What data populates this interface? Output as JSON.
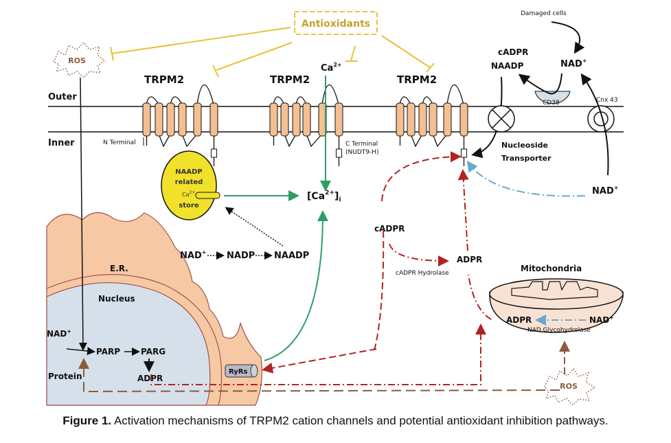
{
  "figure": {
    "caption_label": "Figure 1.",
    "caption_text": " Activation mechanisms of TRPM2 cation channels and potential antioxidant inhibition pathways."
  },
  "labels": {
    "antioxidants": "Antioxidants",
    "ros_top": "ROS",
    "ros_bottom": "ROS",
    "outer": "Outer",
    "inner": "Inner",
    "trpm2_1": "TRPM2",
    "trpm2_2": "TRPM2",
    "trpm2_3": "TRPM2",
    "ca_ext": "Ca",
    "ca_ext_sup": "2+",
    "n_terminal": "N Terminal",
    "c_terminal": "C Terminal",
    "nudt9": "(NUDT9-H)",
    "naadp_store_1": "NAADP",
    "naadp_store_2": "related",
    "naadp_store_3": "Ca",
    "naadp_store_3_sup": "2+",
    "naadp_store_4": "store",
    "ca_i": "[Ca",
    "ca_i_sup": "2+",
    "ca_i_end": "]",
    "ca_i_sub": "i",
    "nad_chain_nad": "NAD",
    "nad_chain_sup": "+",
    "nad_chain_nadp": "NADP",
    "nad_chain_naadp": "NAADP",
    "er": "E.R.",
    "nucleus": "Nucleus",
    "nad_nuc": "NAD",
    "nad_nuc_sup": "+",
    "protein": "Protein",
    "parp": "PARP",
    "parg": "PARG",
    "adpr_nuc": "ADPR",
    "ryrs": "RyRs",
    "damaged_cells": "Damaged cells",
    "cadpr_top": "cADPR",
    "naadp_top": "NAADP",
    "nad_top": "NAD",
    "nad_top_sup": "+",
    "cd38": "CD38",
    "cnx43": "Cnx 43",
    "nucleoside_1": "Nucleoside",
    "nucleoside_2": "Transporter",
    "nad_right": "NAD",
    "nad_right_sup": "+",
    "cadpr_mid": "cADPR",
    "adpr_mid": "ADPR",
    "cadpr_hydrolase": "cADPR Hydrolase",
    "mitochondria": "Mitochondria",
    "adpr_mito": "ADPR",
    "nad_mito": "NAD",
    "nad_mito_sup": "+",
    "nad_glycohydrolase": "NAD Glycohydrolase"
  },
  "colors": {
    "antioxidant": "#e8c234",
    "ros": "#8b5a3c",
    "channel": "#f4bf91",
    "calcium_path": "#2e9e63",
    "adpr_path": "#b22222",
    "nad_path": "#6aa9c9",
    "er": "#f6c8a4",
    "nucleus": "#d6e0ea",
    "store": "#f2e12a",
    "cd38": "#d4e1ea",
    "mito": "#f8e2d4"
  }
}
